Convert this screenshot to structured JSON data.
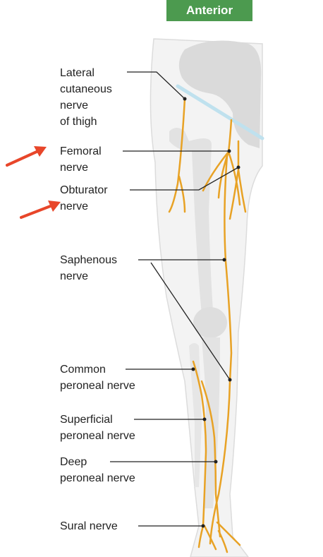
{
  "view_badge": "Anterior",
  "labels": {
    "lateral_cutaneous": [
      "Lateral",
      "cutaneous",
      "nerve",
      "of thigh"
    ],
    "femoral": [
      "Femoral",
      "nerve"
    ],
    "obturator": [
      "Obturator",
      "nerve"
    ],
    "saphenous": [
      "Saphenous",
      "nerve"
    ],
    "common_peroneal": [
      "Common",
      "peroneal nerve"
    ],
    "superficial_peroneal": [
      "Superficial",
      "peroneal nerve"
    ],
    "deep_peroneal": [
      "Deep",
      "peroneal nerve"
    ],
    "sural": [
      "Sural nerve"
    ]
  },
  "colors": {
    "badge": "#4c9a4f",
    "nerve": "#e8a225",
    "arrow": "#e8462a",
    "leader": "#222222",
    "ligament": "#bfe1ee"
  },
  "highlighted_labels": [
    "femoral",
    "obturator"
  ]
}
